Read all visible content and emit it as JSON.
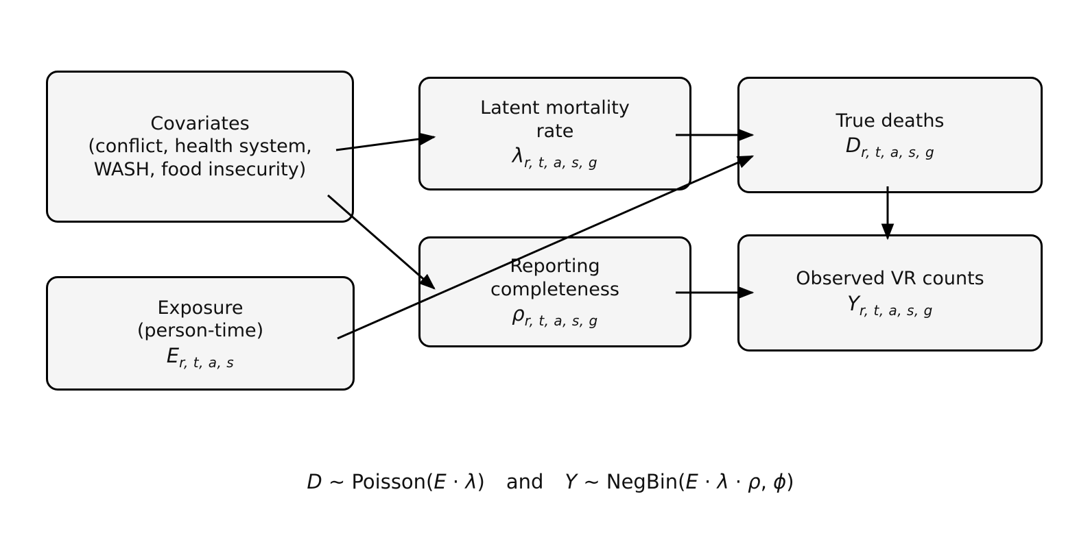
{
  "diagram": {
    "nodes": [
      {
        "id": "covariates",
        "lines": [
          "Covariates",
          "(conflict, health system,",
          "WASH, food insecurity)"
        ],
        "math": null
      },
      {
        "id": "latent-mortality-rate",
        "lines": [
          "Latent mortality",
          "rate"
        ],
        "math": {
          "symbol": "λ",
          "subscript": "r, t, a, s, g"
        }
      },
      {
        "id": "true-deaths",
        "lines": [
          "True deaths"
        ],
        "math": {
          "symbol": "D",
          "subscript": "r, t, a, s, g"
        }
      },
      {
        "id": "exposure",
        "lines": [
          "Exposure",
          "(person-time)"
        ],
        "math": {
          "symbol": "E",
          "subscript": "r, t, a, s"
        }
      },
      {
        "id": "reporting-completeness",
        "lines": [
          "Reporting",
          "completeness"
        ],
        "math": {
          "symbol": "ρ",
          "subscript": "r, t, a, s, g"
        }
      },
      {
        "id": "observed-vr-counts",
        "lines": [
          "Observed VR counts"
        ],
        "math": {
          "symbol": "Y",
          "subscript": "r, t, a, s, g"
        }
      }
    ],
    "edges": [
      {
        "from": "covariates",
        "to": "latent-mortality-rate"
      },
      {
        "from": "latent-mortality-rate",
        "to": "true-deaths"
      },
      {
        "from": "covariates",
        "to": "reporting-completeness"
      },
      {
        "from": "exposure",
        "to": "true-deaths"
      },
      {
        "from": "reporting-completeness",
        "to": "observed-vr-counts"
      },
      {
        "from": "true-deaths",
        "to": "observed-vr-counts"
      }
    ]
  },
  "formula": {
    "segments": [
      {
        "t": "D",
        "i": true
      },
      {
        "t": " ∼ ",
        "i": false
      },
      {
        "t": "Poisson(",
        "i": false
      },
      {
        "t": "E",
        "i": true
      },
      {
        "t": " ⋅ ",
        "i": false
      },
      {
        "t": "λ",
        "i": true
      },
      {
        "t": ")",
        "i": false
      },
      {
        "t": "and",
        "i": false,
        "gap": true
      },
      {
        "t": "Y",
        "i": true
      },
      {
        "t": " ∼ ",
        "i": false
      },
      {
        "t": "NegBin(",
        "i": false
      },
      {
        "t": "E",
        "i": true
      },
      {
        "t": " ⋅ ",
        "i": false
      },
      {
        "t": "λ",
        "i": true
      },
      {
        "t": " ⋅ ",
        "i": false
      },
      {
        "t": "ρ",
        "i": true
      },
      {
        "t": ", ",
        "i": false
      },
      {
        "t": "ϕ",
        "i": true
      },
      {
        "t": ")",
        "i": false
      }
    ]
  },
  "colors": {
    "background": "#ffffff",
    "node_fill": "#f5f5f5",
    "node_border": "#000000",
    "arrow": "#000000",
    "text": "#111111"
  }
}
